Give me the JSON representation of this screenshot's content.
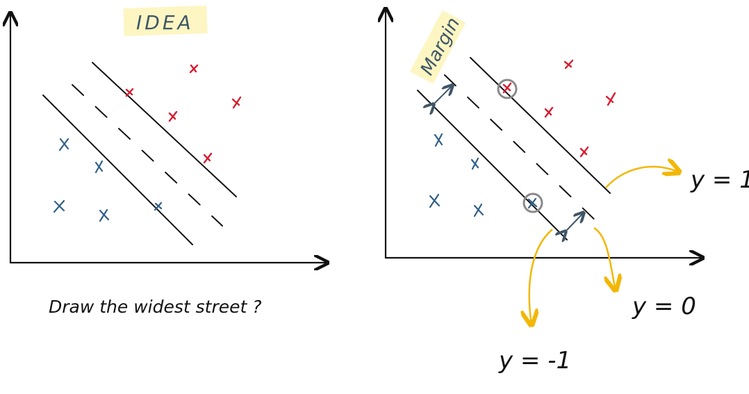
{
  "left_panel": {
    "title": "IDEA",
    "caption": "Draw the widest street ?"
  },
  "right_panel": {
    "margin_label": "Margin",
    "y_pos_label": "y = 1",
    "y_zero_label": "y = 0",
    "y_neg_label": "y = -1"
  },
  "colors": {
    "positive_marks": "#d81b30",
    "negative_marks": "#2f5f88",
    "highlight": "#fdf6c3",
    "arrows": "#f2b705",
    "margin_arrows": "#3f5668",
    "support_circles": "#8a8a8a"
  },
  "icons": {
    "positive_point": "x-mark",
    "negative_point": "x-mark"
  }
}
